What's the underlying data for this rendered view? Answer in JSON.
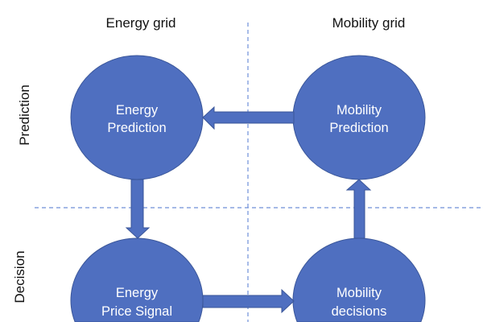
{
  "columns": {
    "left": "Energy grid",
    "right": "Mobility grid"
  },
  "rows": {
    "top": "Prediction",
    "bottom": "Decision"
  },
  "nodes": {
    "energy_prediction": {
      "line1": "Energy",
      "line2": "Prediction"
    },
    "mobility_prediction": {
      "line1": "Mobility",
      "line2": "Prediction"
    },
    "energy_price_signal": {
      "line1": "Energy",
      "line2": "Price Signal"
    },
    "mobility_decisions": {
      "line1": "Mobility",
      "line2": "decisions"
    }
  },
  "colors": {
    "node_fill": "#4f6fc0",
    "node_stroke": "#3a5699",
    "divider": "#6f8fd8"
  }
}
